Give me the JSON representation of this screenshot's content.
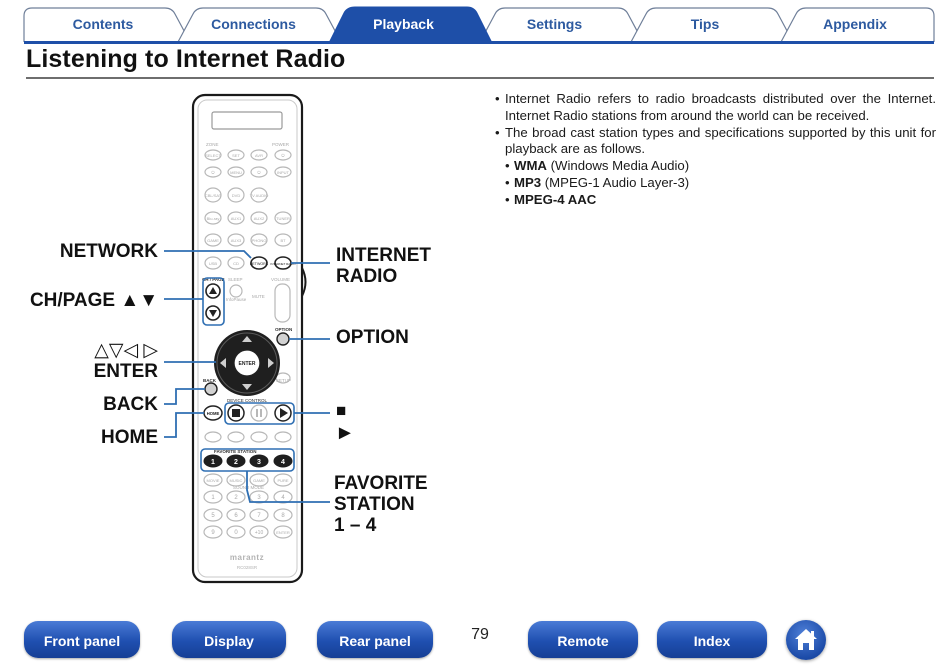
{
  "tabs": [
    {
      "label": "Contents",
      "active": false
    },
    {
      "label": "Connections",
      "active": false
    },
    {
      "label": "Playback",
      "active": true
    },
    {
      "label": "Settings",
      "active": false
    },
    {
      "label": "Tips",
      "active": false
    },
    {
      "label": "Appendix",
      "active": false
    }
  ],
  "title": "Listening to Internet Radio",
  "notes": {
    "para1": "Internet Radio refers to radio broadcasts distributed over the Internet. Internet Radio stations from around the world can be received.",
    "para2": "The broad cast station types and specifications supported by this unit for playback are as follows.",
    "formats": [
      {
        "name": "WMA",
        "desc": " (Windows Media Audio)"
      },
      {
        "name": "MP3",
        "desc": " (MPEG-1 Audio Layer-3)"
      },
      {
        "name": "MPEG-4 AAC",
        "desc": ""
      }
    ]
  },
  "callouts": {
    "network": "NETWORK",
    "chpage": "CH/PAGE ▲▼",
    "arrows": "△▽◁ ▷",
    "enter": "ENTER",
    "back": "BACK",
    "home": "HOME",
    "internet_radio_1": "INTERNET",
    "internet_radio_2": "RADIO",
    "option": "OPTION",
    "stop": "■",
    "play": "►",
    "favorite_1": "FAVORITE",
    "favorite_2": "STATION",
    "favorite_3": "1 – 4"
  },
  "remote": {
    "brand": "marantz",
    "model": "RC028SR",
    "zone": "ZONE",
    "power": "POWER",
    "sleep": "SLEEP",
    "volume": "VOLUME",
    "chpage": "CH / PAGE",
    "mute": "MUTE",
    "info_pause": "InfoPause",
    "option": "OPTION",
    "back": "BACK",
    "setup": "SETUP",
    "enter": "ENTER",
    "home": "HOME",
    "device_control": "DEVICE CONTROL",
    "favorite_station": "FAVORITE STATION",
    "sound_mode": "SOUND MODE",
    "network": "NETWORK",
    "internet_radio": "INTERNET RADIO",
    "row1": [
      "SELECT",
      "SET",
      "AVR",
      "⏻"
    ],
    "row2": [
      "⏻",
      "MENU",
      "⏻",
      "INPUT"
    ],
    "row3": [
      "CBL/SAT",
      "DVD",
      "TV AUDIO"
    ],
    "row4": [
      "Blu-ray",
      "AUX1",
      "AUX2",
      "TUNER"
    ],
    "row5": [
      "GAME",
      "AUX3",
      "PHONO",
      "BT"
    ],
    "row6": [
      "USB",
      "CD"
    ],
    "mode_row": [
      "MOVIE",
      "MUSIC",
      "GAME",
      "PURE"
    ],
    "fav": [
      "1",
      "2",
      "3",
      "4"
    ],
    "num1": [
      "1",
      "2",
      "3",
      "4"
    ],
    "num2": [
      "5",
      "6",
      "7",
      "8"
    ],
    "num3": [
      "9",
      "0",
      "+10",
      "ENTER"
    ]
  },
  "footer": {
    "front_panel": "Front panel",
    "display": "Display",
    "rear_panel": "Rear panel",
    "page": "79",
    "remote": "Remote",
    "index": "Index"
  },
  "colors": {
    "accent": "#1f4fb0",
    "callout_line": "#2f6fb3",
    "tab_active": "#1e4fa8"
  }
}
